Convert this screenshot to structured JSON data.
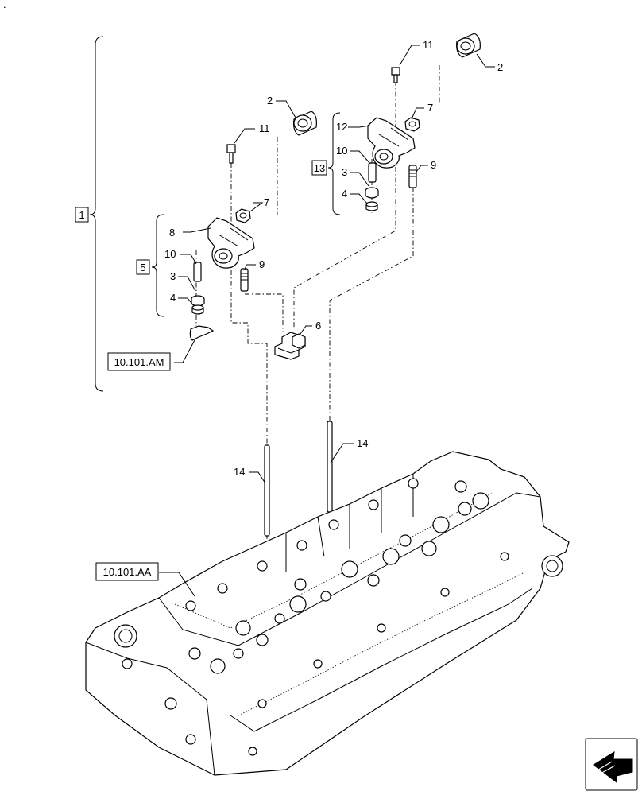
{
  "corner_mark": ".",
  "callouts": {
    "c1": "1",
    "c2a": "2",
    "c2b": "2",
    "c3a": "3",
    "c3b": "3",
    "c4a": "4",
    "c4b": "4",
    "c5": "5",
    "c6": "6",
    "c7a": "7",
    "c7b": "7",
    "c8": "8",
    "c9a": "9",
    "c9b": "9",
    "c10a": "10",
    "c10b": "10",
    "c11a": "11",
    "c11b": "11",
    "c12": "12",
    "c13": "13",
    "c14a": "14",
    "c14b": "14"
  },
  "references": {
    "rocker_ref": "10.101.AM",
    "head_ref": "10.101.AA"
  },
  "nav_icon": "next-page-arrow-icon"
}
